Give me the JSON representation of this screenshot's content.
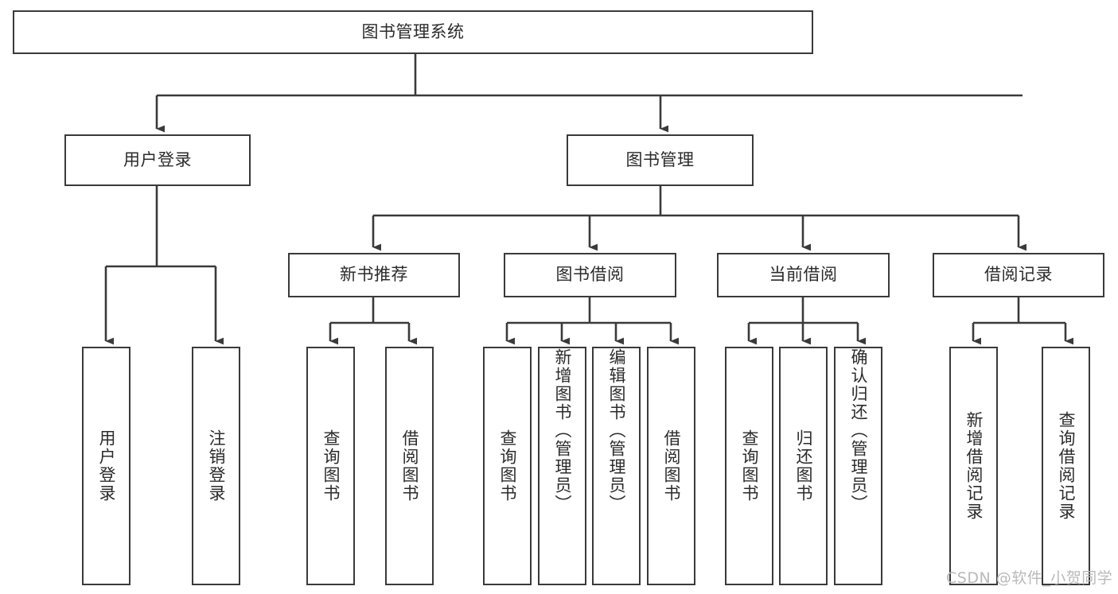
{
  "diagram": {
    "type": "tree-hierarchy-chart",
    "title": "图书管理系统",
    "stroke_color": "#3a3a3a",
    "background_color": "#ffffff",
    "text_color": "#2b2b2b",
    "levels": [
      {
        "level": 1,
        "nodes": [
          {
            "id": "root",
            "label": "图书管理系统",
            "orientation": "horizontal"
          }
        ]
      },
      {
        "level": 2,
        "nodes": [
          {
            "id": "user-login",
            "label": "用户登录",
            "orientation": "horizontal",
            "parent": "root"
          },
          {
            "id": "book-manage",
            "label": "图书管理",
            "orientation": "horizontal",
            "parent": "root"
          }
        ]
      },
      {
        "level": 3,
        "nodes": [
          {
            "id": "new-book-rec",
            "label": "新书推荐",
            "orientation": "horizontal",
            "parent": "book-manage"
          },
          {
            "id": "book-borrow",
            "label": "图书借阅",
            "orientation": "horizontal",
            "parent": "book-manage"
          },
          {
            "id": "current-borrow",
            "label": "当前借阅",
            "orientation": "horizontal",
            "parent": "book-manage"
          },
          {
            "id": "borrow-record",
            "label": "借阅记录",
            "orientation": "horizontal",
            "parent": "book-manage"
          }
        ]
      },
      {
        "level": 4,
        "nodes": [
          {
            "id": "leaf-user-login",
            "label": "用户登录",
            "orientation": "vertical",
            "parent": "user-login"
          },
          {
            "id": "leaf-logout-login",
            "label": "注销登录",
            "orientation": "vertical",
            "parent": "user-login"
          },
          {
            "id": "leaf-query-book-1",
            "label": "查询图书",
            "orientation": "vertical",
            "parent": "new-book-rec"
          },
          {
            "id": "leaf-borrow-book-1",
            "label": "借阅图书",
            "orientation": "vertical",
            "parent": "new-book-rec"
          },
          {
            "id": "leaf-query-book-2",
            "label": "查询图书",
            "orientation": "vertical",
            "parent": "book-borrow"
          },
          {
            "id": "leaf-add-book",
            "label": "新增图书（管理员）",
            "orientation": "vertical",
            "parent": "book-borrow"
          },
          {
            "id": "leaf-edit-book",
            "label": "编辑图书（管理员）",
            "orientation": "vertical",
            "parent": "book-borrow"
          },
          {
            "id": "leaf-borrow-book-2",
            "label": "借阅图书",
            "orientation": "vertical",
            "parent": "book-borrow"
          },
          {
            "id": "leaf-query-book-3",
            "label": "查询图书",
            "orientation": "vertical",
            "parent": "current-borrow"
          },
          {
            "id": "leaf-return-book",
            "label": "归还图书",
            "orientation": "vertical",
            "parent": "current-borrow"
          },
          {
            "id": "leaf-confirm-return",
            "label": "确认归还（管理员）",
            "orientation": "vertical",
            "parent": "current-borrow"
          },
          {
            "id": "leaf-add-record",
            "label": "新增借阅记录",
            "orientation": "vertical",
            "parent": "borrow-record"
          },
          {
            "id": "leaf-query-record",
            "label": "查询借阅记录",
            "orientation": "vertical",
            "parent": "borrow-record"
          }
        ]
      }
    ]
  },
  "watermark": {
    "text": "CSDN @软件_小贺同学",
    "color": "#b9b9b9"
  }
}
